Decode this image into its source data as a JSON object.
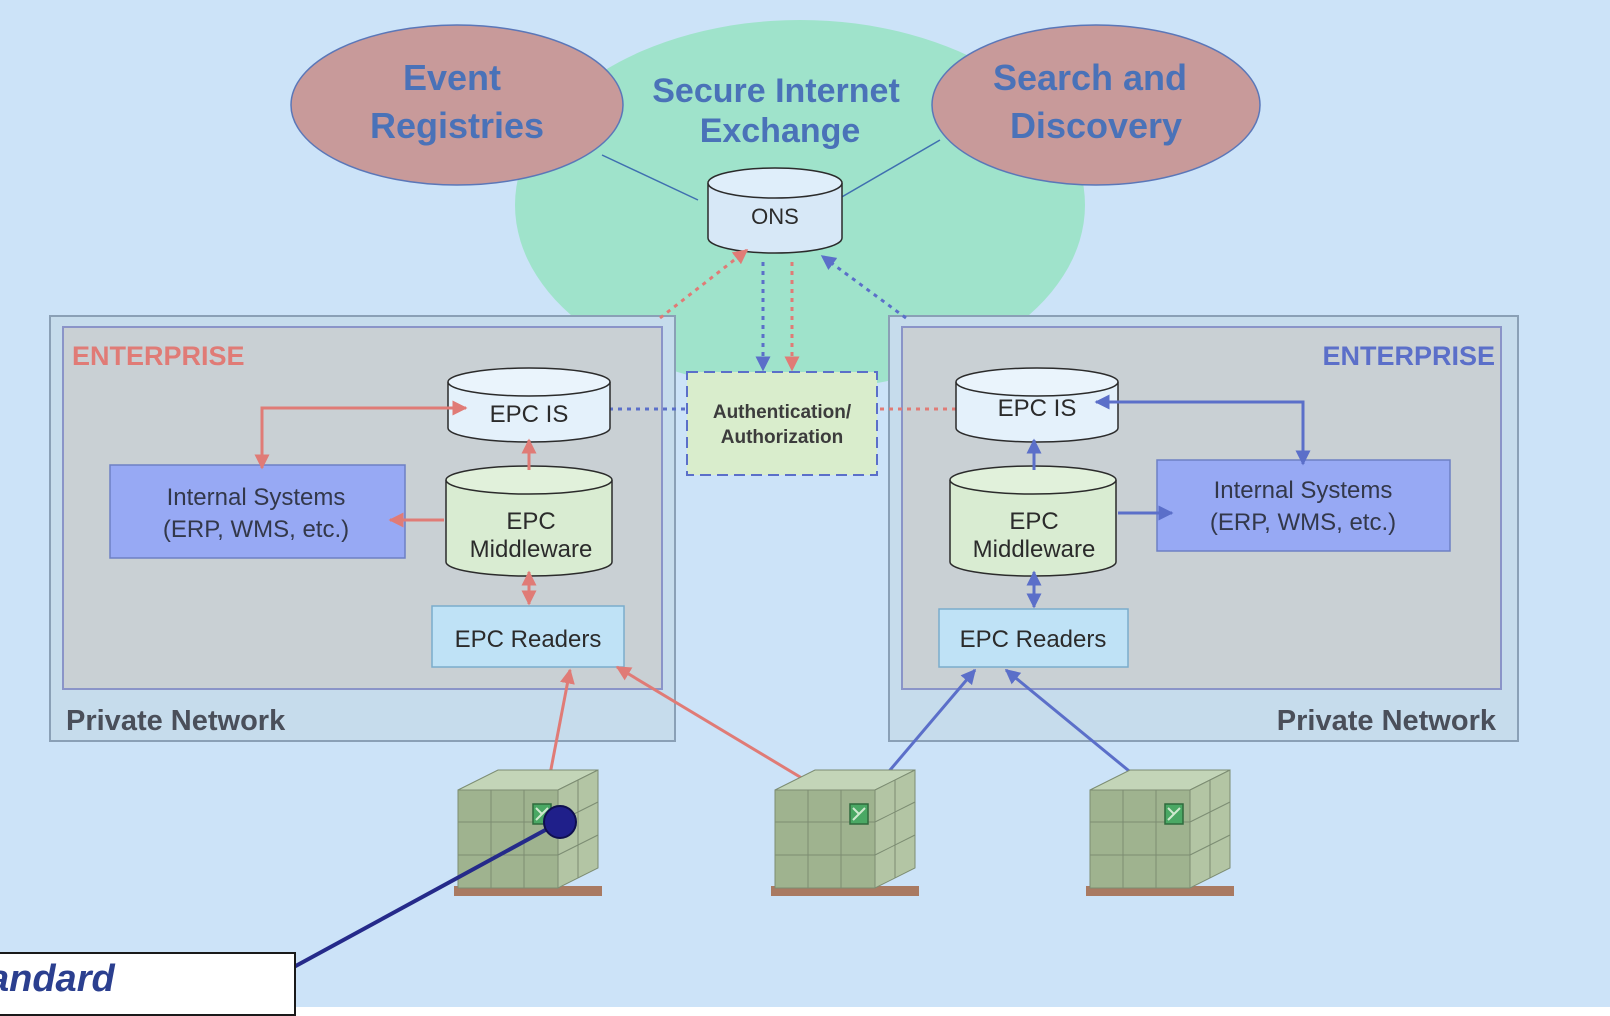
{
  "colors": {
    "background": "#cce3f8",
    "internet_cloud": "#9fe3cb",
    "registry_ellipse": "#c89a9a",
    "title_blue": "#4a72b8",
    "enterprise_left": "#e07b76",
    "enterprise_right": "#5b6fc9",
    "arrow_red": "#e07b76",
    "arrow_blue": "#5b6fc9",
    "internal_box": "#97a9f4",
    "middleware": "#d9ecd2",
    "readers": "#bfe2f6",
    "epcis": "#e4f1fb",
    "auth_box": "#d9edcc",
    "tag_dot": "#1f1f8a"
  },
  "diagram": {
    "event_registries": [
      "Event",
      "Registries"
    ],
    "search_discovery": [
      "Search and",
      "Discovery"
    ],
    "secure_exchange": [
      "Secure Internet",
      "Exchange"
    ],
    "ons": "ONS",
    "auth": [
      "Authentication/",
      "Authorization"
    ],
    "left": {
      "enterprise": "ENTERPRISE",
      "private_network": "Private Network",
      "epcis": "EPC IS",
      "internal": [
        "Internal Systems",
        "(ERP, WMS, etc.)"
      ],
      "middleware": [
        "EPC",
        "Middleware"
      ],
      "readers": "EPC Readers"
    },
    "right": {
      "enterprise": "ENTERPRISE",
      "private_network": "Private Network",
      "epcis": "EPC IS",
      "internal": [
        "Internal Systems",
        "(ERP, WMS, etc.)"
      ],
      "middleware": [
        "EPC",
        "Middleware"
      ],
      "readers": "EPC Readers"
    },
    "callout_text": "Standard"
  }
}
